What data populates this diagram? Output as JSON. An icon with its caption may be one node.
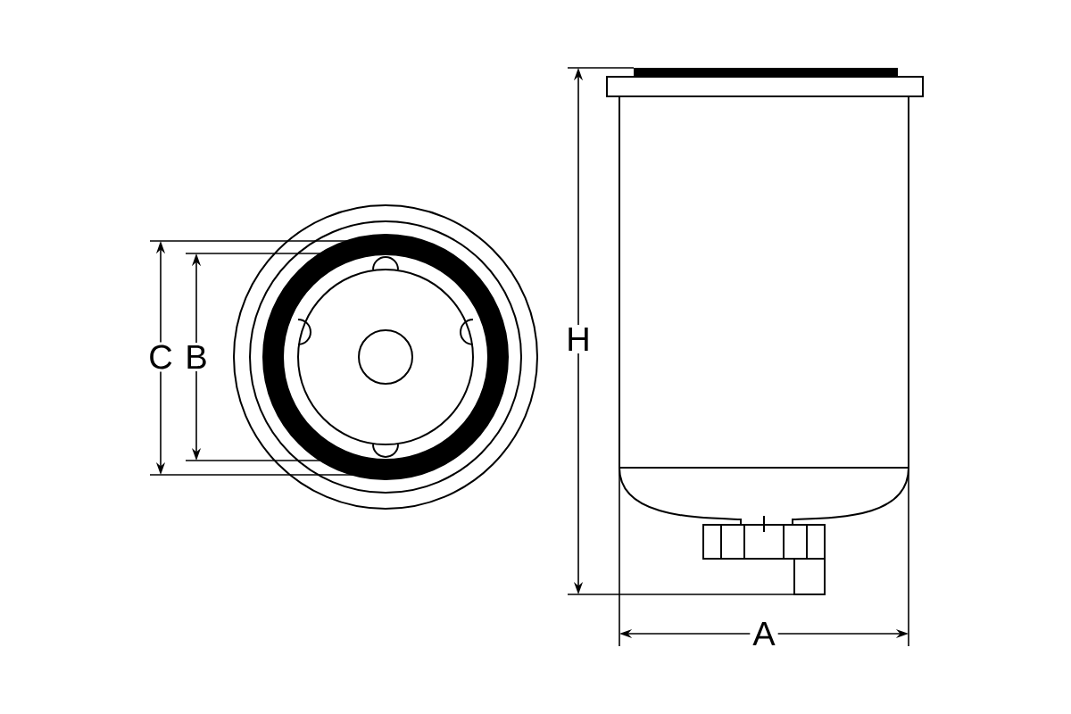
{
  "diagram": {
    "labels": [
      "C",
      "B",
      "H",
      "A"
    ]
  }
}
